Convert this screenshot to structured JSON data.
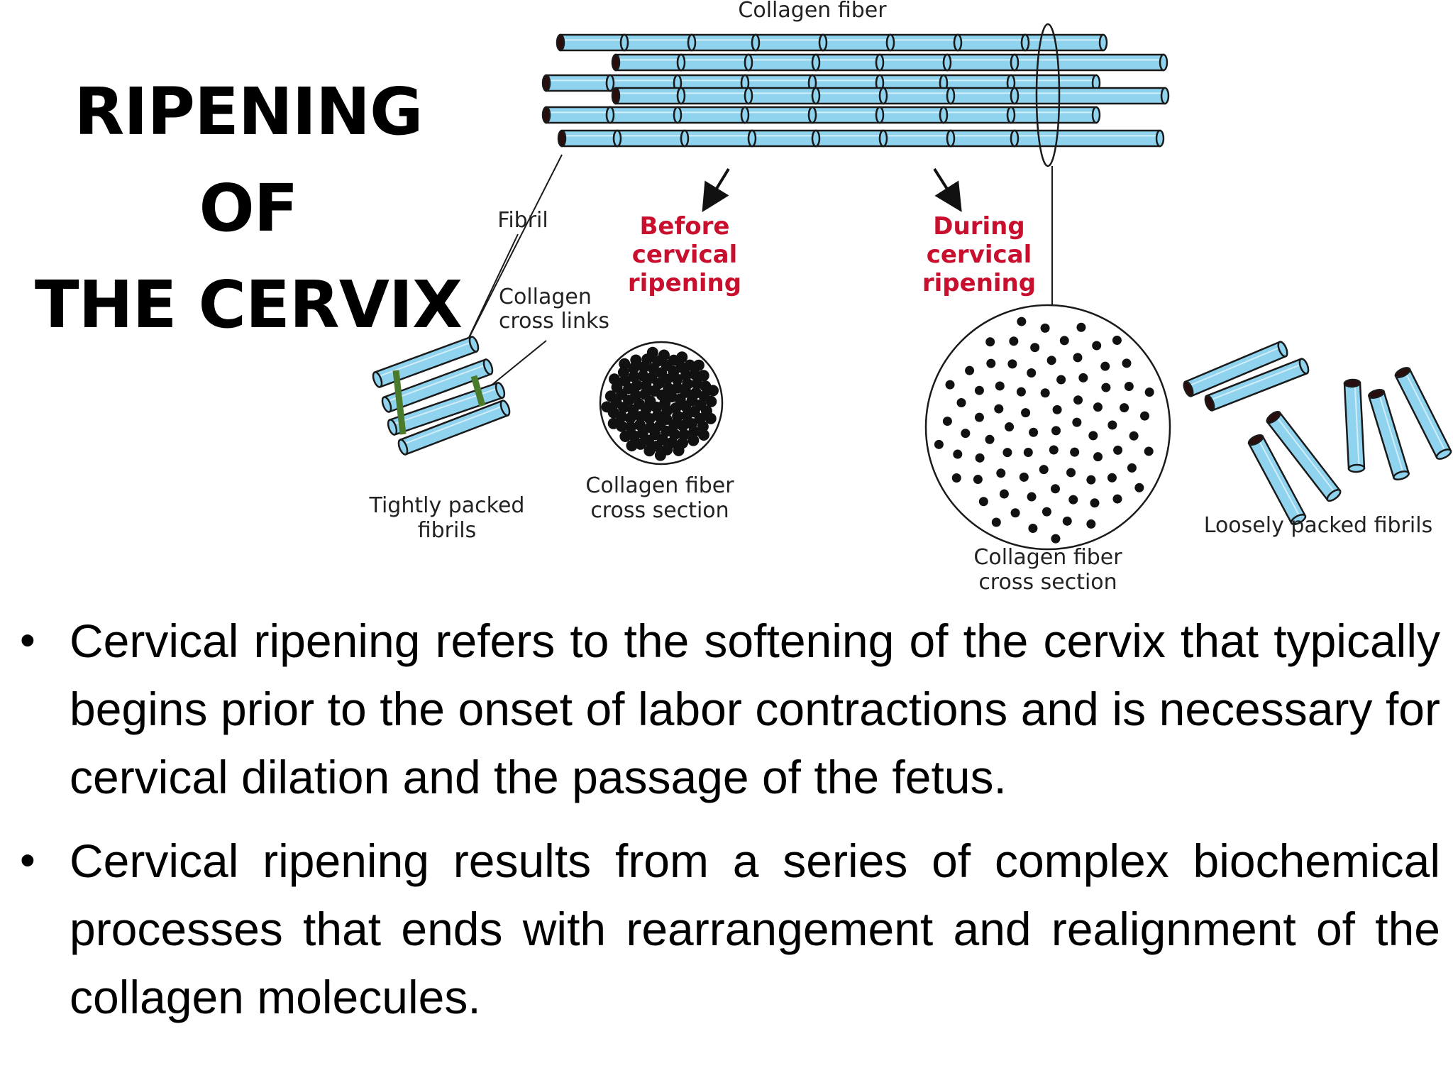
{
  "slide": {
    "title_line1": "RIPENING OF",
    "title_line2": "THE CERVIX"
  },
  "diagram": {
    "collagen_fiber": "Collagen fiber",
    "fibril": "Fibril",
    "collagen_cross_links_1": "Collagen",
    "collagen_cross_links_2": "cross links",
    "before_1": "Before",
    "before_2": "cervical",
    "before_3": "ripening",
    "during_1": "During",
    "during_2": "cervical",
    "during_3": "ripening",
    "tightly_1": "Tightly packed",
    "tightly_2": "fibrils",
    "cross_section_a_1": "Collagen fiber",
    "cross_section_a_2": "cross section",
    "cross_section_b_1": "Collagen fiber",
    "cross_section_b_2": "cross section",
    "loosely": "Loosely packed fibrils",
    "colors": {
      "fibril_fill": "#8fd3ee",
      "stage_label": "#c8102e",
      "cross_link": "#4a7a2c"
    }
  },
  "bullets": [
    {
      "marker": "•",
      "text": "Cervical ripening refers to the softening of the cervix that typically begins prior to the onset of labor contractions and is necessary for cervical dilation and the passage of the fetus."
    },
    {
      "marker": "•",
      "text": "Cervical ripening results from a series of complex biochemical processes that ends with rearrangement and realignment of the collagen molecules."
    }
  ]
}
